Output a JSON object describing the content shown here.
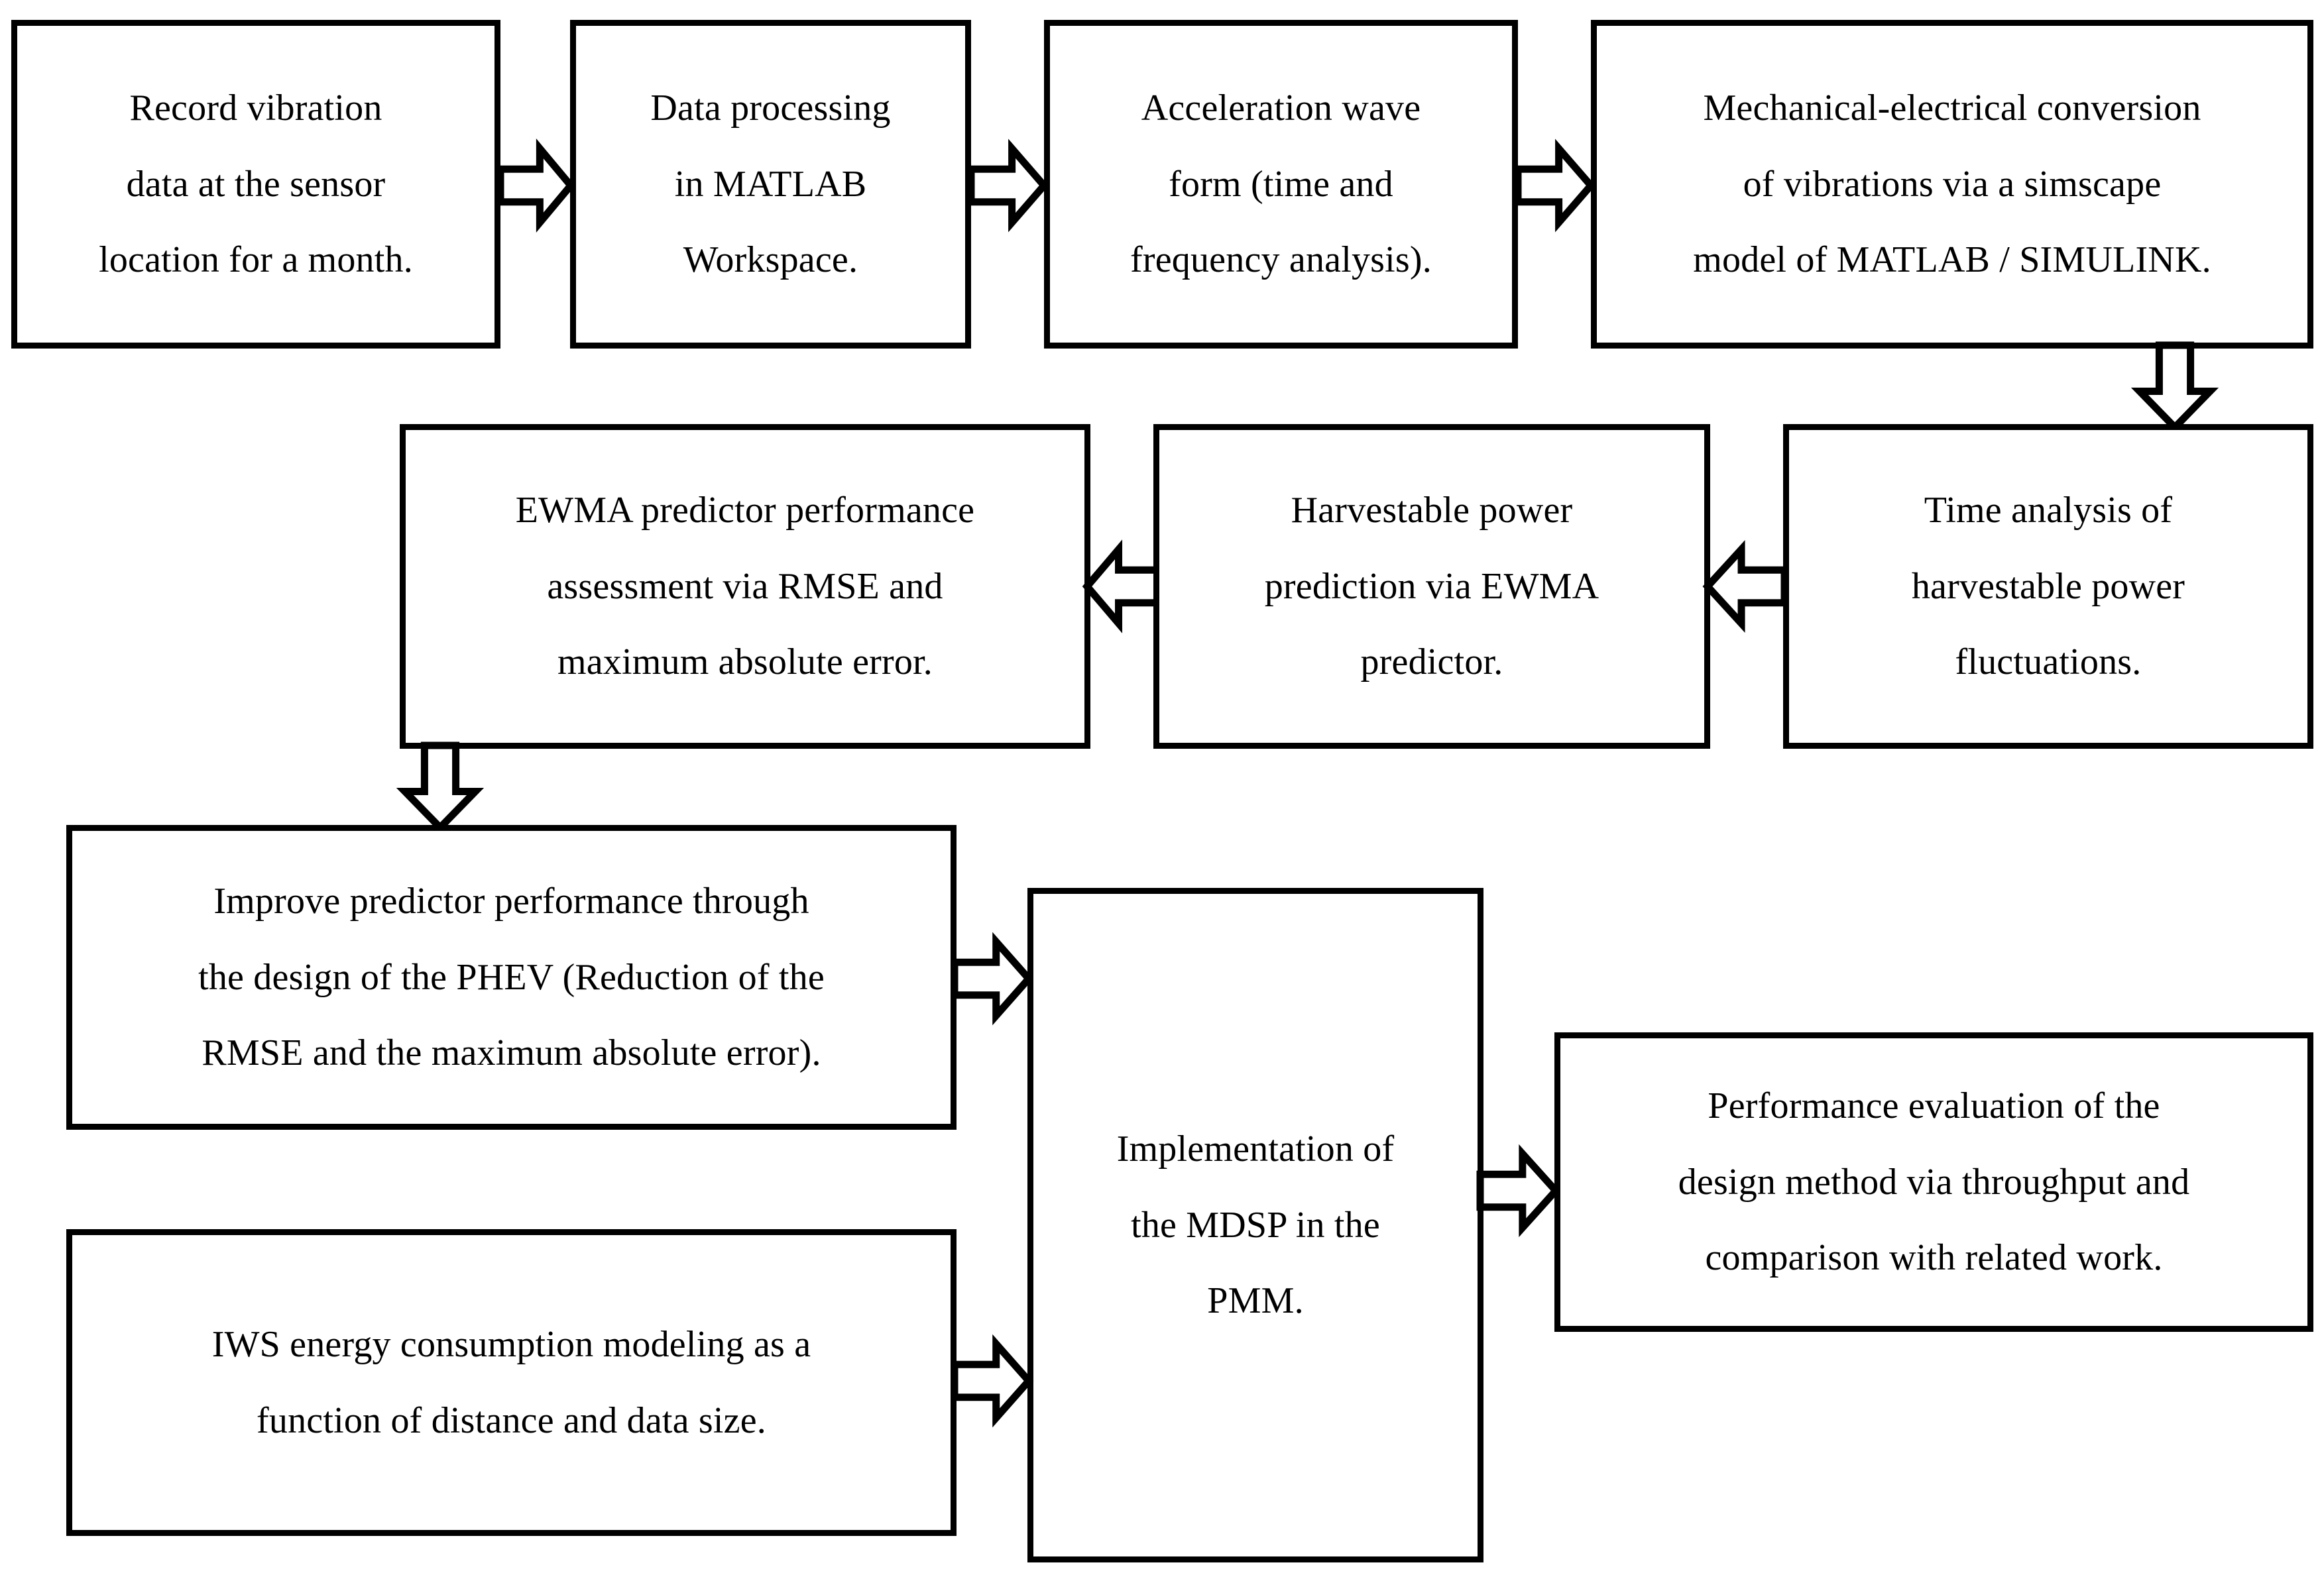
{
  "diagram": {
    "title": "Research methodology flowchart",
    "background_color": "#ffffff",
    "line_color": "#000000",
    "text_color": "#000000"
  },
  "nodes": [
    {
      "id": "record-vibration",
      "text": "Record vibration\ndata at the sensor\nlocation for a month."
    },
    {
      "id": "data-processing",
      "text": "Data processing\nin MATLAB\nWorkspace."
    },
    {
      "id": "acceleration-wave-form",
      "text": "Acceleration wave\nform (time and\nfrequency analysis)."
    },
    {
      "id": "mechanical-electrical-conversion",
      "text": "Mechanical-electrical conversion\nof vibrations via a simscape\nmodel of MATLAB / SIMULINK."
    },
    {
      "id": "time-analysis",
      "text": "Time analysis of\nharvestable power\nfluctuations."
    },
    {
      "id": "harvestable-power-prediction",
      "text": "Harvestable power\nprediction via EWMA\npredictor."
    },
    {
      "id": "ewma-performance-assessment",
      "text": "EWMA predictor performance\nassessment via RMSE and\nmaximum absolute error."
    },
    {
      "id": "improve-predictor-performance",
      "text": "Improve predictor performance through\nthe design of the PHEV (Reduction of the\nRMSE and the maximum absolute error)."
    },
    {
      "id": "iws-energy-consumption",
      "text": "IWS energy consumption modeling as a\nfunction of distance and data size."
    },
    {
      "id": "mdsp-implementation",
      "text": "Implementation of\nthe MDSP in the\nPMM."
    },
    {
      "id": "performance-evaluation",
      "text": "Performance evaluation of the\ndesign method via throughput and\ncomparison with related work."
    }
  ],
  "connectors": [
    {
      "id": "record-to-processing",
      "direction": "right"
    },
    {
      "id": "processing-to-acceleration",
      "direction": "right"
    },
    {
      "id": "acceleration-to-conversion",
      "direction": "right"
    },
    {
      "id": "conversion-to-time-analysis",
      "direction": "down"
    },
    {
      "id": "time-analysis-to-harvestable",
      "direction": "left"
    },
    {
      "id": "harvestable-to-ewma-assessment",
      "direction": "left"
    },
    {
      "id": "ewma-assessment-to-improve",
      "direction": "down"
    },
    {
      "id": "improve-to-mdsp",
      "direction": "right"
    },
    {
      "id": "iws-to-mdsp",
      "direction": "right"
    },
    {
      "id": "mdsp-to-evaluation",
      "direction": "right"
    }
  ]
}
